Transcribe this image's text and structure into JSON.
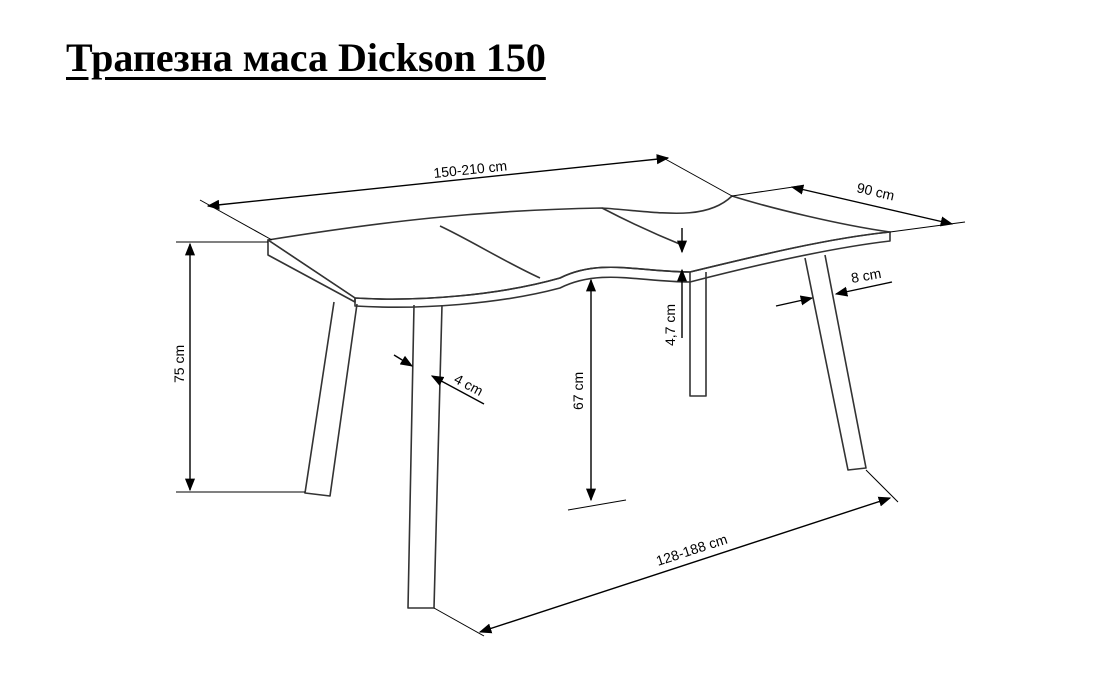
{
  "title": "Трапезна маса Dickson 150",
  "dimensions": {
    "length": "150-210 cm",
    "depth": "90 cm",
    "height": "75 cm",
    "leg_width": "8 cm",
    "leg_thickness": "4 cm",
    "clearance": "67 cm",
    "top_thickness": "4,7 cm",
    "leg_span": "128-188 cm"
  }
}
